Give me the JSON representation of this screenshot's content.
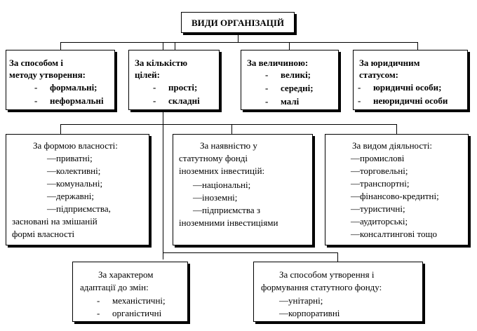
{
  "title": "ВИДИ ОРГАНІЗАЦІЙ",
  "row1": [
    {
      "heading": [
        "За способом і",
        "методу утворення:"
      ],
      "items": [
        "формальні;",
        "неформальні"
      ]
    },
    {
      "heading": [
        "За кількістю",
        "цілей:"
      ],
      "items": [
        "прості;",
        "складні"
      ]
    },
    {
      "heading": [
        "За величиною:"
      ],
      "items": [
        "великі;",
        "середні;",
        "малі"
      ]
    },
    {
      "heading": [
        "За юридичним",
        "статусом:"
      ],
      "items": [
        "юридичні особи;",
        "неюридичні особи"
      ]
    }
  ],
  "row2": [
    {
      "heading": "За формою власності:",
      "items": [
        "приватні;",
        "колективні;",
        "комунальні;",
        "державні;",
        "підприємства,"
      ],
      "tail": [
        "засновані на змішаній",
        "формі власності"
      ]
    },
    {
      "heading": [
        "За наявністю у",
        "статутному фонді",
        "іноземних інвестицій:"
      ],
      "items": [
        "національні;",
        "іноземні;",
        "підприємства з"
      ],
      "tail": [
        "іноземними інвестиціями"
      ]
    },
    {
      "heading": "За видом діяльності:",
      "items": [
        "промислові",
        "торговельні;",
        "транспортні;",
        "фінансово-кредитні;",
        "туристичні;",
        "аудиторські;",
        "консалтингові тощо"
      ]
    }
  ],
  "row3": [
    {
      "heading": [
        "За характером",
        "адаптації до змін:"
      ],
      "items": [
        "механістичні;",
        "органістичні"
      ]
    },
    {
      "heading": [
        "За способом утворення і",
        "формування статутного фонду:"
      ],
      "items": [
        "унітарні;",
        "корпоративні"
      ]
    }
  ],
  "dash": "-",
  "emdash": "—"
}
